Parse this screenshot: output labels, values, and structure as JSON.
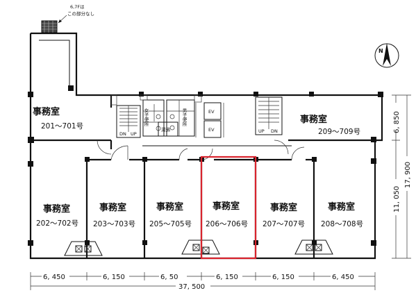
{
  "note": {
    "line1": "6,7Fは",
    "line2": "この部分なし"
  },
  "compass_letter": "N",
  "rooms": {
    "r201": {
      "label": "事務室",
      "number": "201～701号"
    },
    "r209": {
      "label": "事務室",
      "number": "209～709号"
    },
    "r202": {
      "label": "事務室",
      "number": "202～702号"
    },
    "r203": {
      "label": "事務室",
      "number": "203～703号"
    },
    "r205": {
      "label": "事務室",
      "number": "205～705号"
    },
    "r206": {
      "label": "事務室",
      "number": "206～706号"
    },
    "r207": {
      "label": "事務室",
      "number": "207～707号"
    },
    "r208": {
      "label": "事務室",
      "number": "208～708号"
    }
  },
  "core": {
    "womens_wc": "女子便所",
    "mens_wc": "男子便所",
    "ev1": "EV",
    "ev2": "EV",
    "dn": "DN",
    "up": "UP",
    "dn2": "DN",
    "up2": "UP",
    "kyutou": "湯沸"
  },
  "dims_bottom": [
    "6, 450",
    "6, 150",
    "6,  50",
    "6, 150",
    "6, 150",
    "6, 450"
  ],
  "dim_total": "37, 500",
  "dims_right": [
    "6, 850",
    "11, 050"
  ],
  "dim_right_total": "17, 900",
  "colors": {
    "highlight": "#d9232d",
    "line": "#111111"
  }
}
